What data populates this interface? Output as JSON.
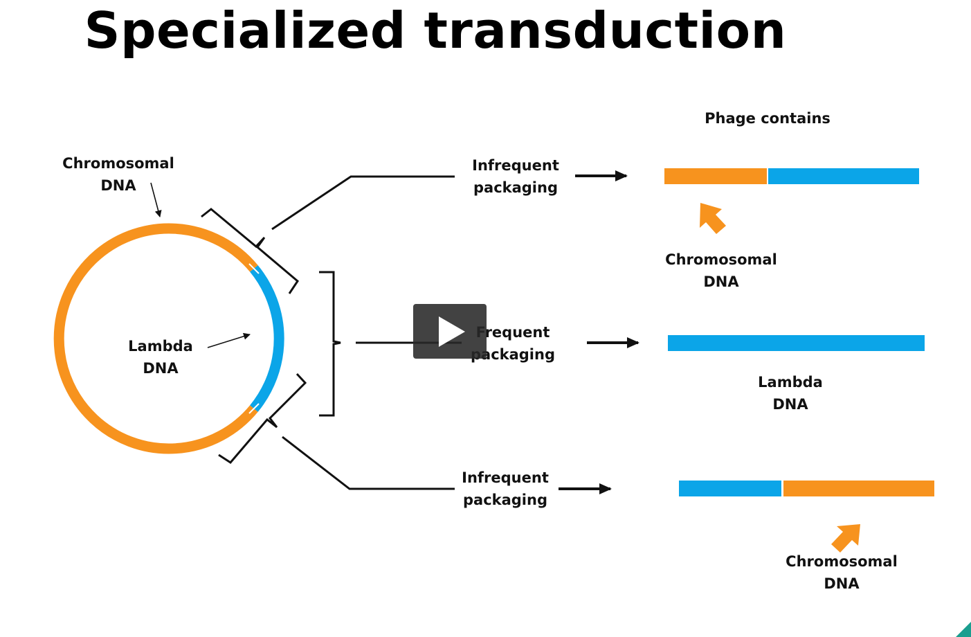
{
  "title": "Specialized transduction",
  "header": {
    "phage_contains": "Phage contains"
  },
  "labels": {
    "chromosomal_dna_circle": [
      "Chromosomal",
      "DNA"
    ],
    "lambda_dna_circle": [
      "Lambda",
      "DNA"
    ],
    "top_packaging": [
      "Infrequent",
      "packaging"
    ],
    "middle_packaging": [
      "Frequent",
      "packaging"
    ],
    "bottom_packaging": [
      "Infrequent",
      "packaging"
    ],
    "top_result": [
      "Chromosomal",
      "DNA"
    ],
    "middle_result": [
      "Lambda",
      "DNA"
    ],
    "bottom_result": [
      "Chromosomal",
      "DNA"
    ]
  },
  "colors": {
    "chromosomal": "#F7931E",
    "lambda": "#0BA5E8",
    "line": "#111111",
    "play_button": "#282828",
    "corner_accent": "#1a9e8f"
  },
  "icons": {
    "play": "play-icon"
  }
}
